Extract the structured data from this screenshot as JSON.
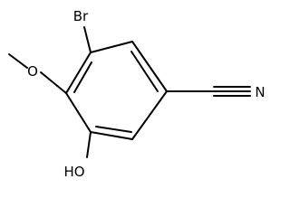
{
  "molecule": {
    "labels": {
      "bromine": "Br",
      "methoxy_oxygen": "O",
      "hydroxyl": "HO",
      "nitrile_nitrogen": "N"
    }
  },
  "colors": {
    "bond": "#000000",
    "text": "#000000",
    "background": "#ffffff"
  }
}
